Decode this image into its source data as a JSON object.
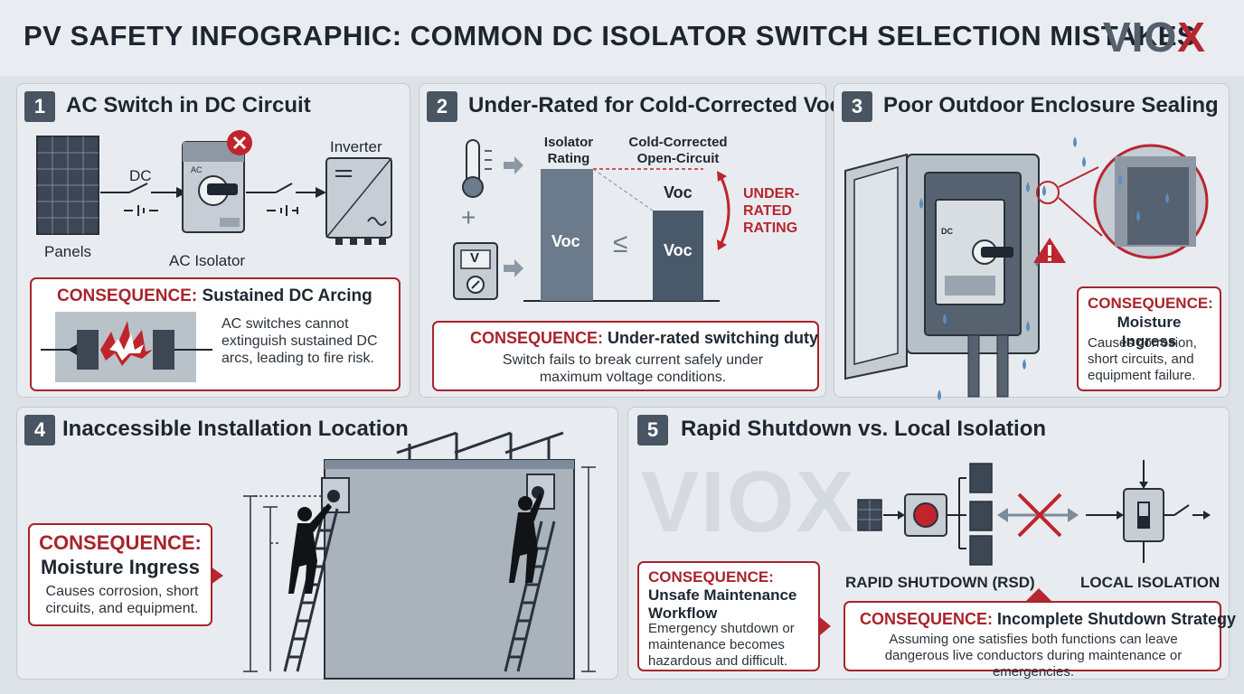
{
  "header": {
    "title": "PV SAFETY INFOGRAPHIC: COMMON DC ISOLATOR SWITCH SELECTION MISTAKES",
    "logo": "VIOX"
  },
  "panels": [
    {
      "number": "1",
      "title": "AC Switch in DC Circuit",
      "labels": {
        "dc": "DC",
        "panels": "Panels",
        "isolator": "AC Isolator",
        "inverter": "Inverter",
        "ac_marking": "AC"
      },
      "consequence": {
        "prefix": "CONSEQUENCE:",
        "title": "Sustained DC Arcing",
        "text": "AC switches cannot extinguish sustained DC arcs, leading to fire risk."
      }
    },
    {
      "number": "2",
      "title": "Under-Rated for Cold-Corrected Voc",
      "labels": {
        "isolator_rating": "Isolator Rating",
        "cold_corrected": "Cold-Corrected Open-Circuit",
        "voc_top": "Voc",
        "voc_left": "Voc",
        "voc_right": "Voc",
        "leq": "≤",
        "under_rated": "UNDER-RATED RATING",
        "plus": "+",
        "meter_v": "V"
      },
      "consequence": {
        "prefix": "CONSEQUENCE:",
        "title": "Under-rated switching duty",
        "text": "Switch fails to break current safely under maximum voltage conditions."
      }
    },
    {
      "number": "3",
      "title": "Poor Outdoor Enclosure Sealing",
      "labels": {
        "dc_marking": "DC"
      },
      "consequence": {
        "prefix": "CONSEQUENCE:",
        "title": "Moisture Ingress",
        "text": "Causes corrosion, short circuits, and equipment failure."
      }
    },
    {
      "number": "4",
      "title": "Inaccessible Installation Location",
      "consequence": {
        "prefix": "CONSEQUENCE:",
        "title": "Moisture Ingress",
        "text": "Causes corrosion, short circuits, and equipment."
      }
    },
    {
      "number": "5",
      "title": "Rapid Shutdown vs. Local Isolation",
      "watermark": "VIOX",
      "labels": {
        "rsd": "RAPID SHUTDOWN (RSD)",
        "local": "LOCAL ISOLATION"
      },
      "consequence_a": {
        "prefix": "CONSEQUENCE:",
        "title": "Unsafe Maintenance Workflow",
        "text": "Emergency shutdown or maintenance becomes hazardous and difficult."
      },
      "consequence_b": {
        "prefix": "CONSEQUENCE:",
        "title": "Incomplete Shutdown Strategy",
        "text": "Assuming one satisfies both functions can leave dangerous live conductors during maintenance or emergencies."
      }
    }
  ],
  "colors": {
    "accent_red": "#a8242c",
    "dark": "#495563",
    "bar": "#6b7b8c"
  }
}
